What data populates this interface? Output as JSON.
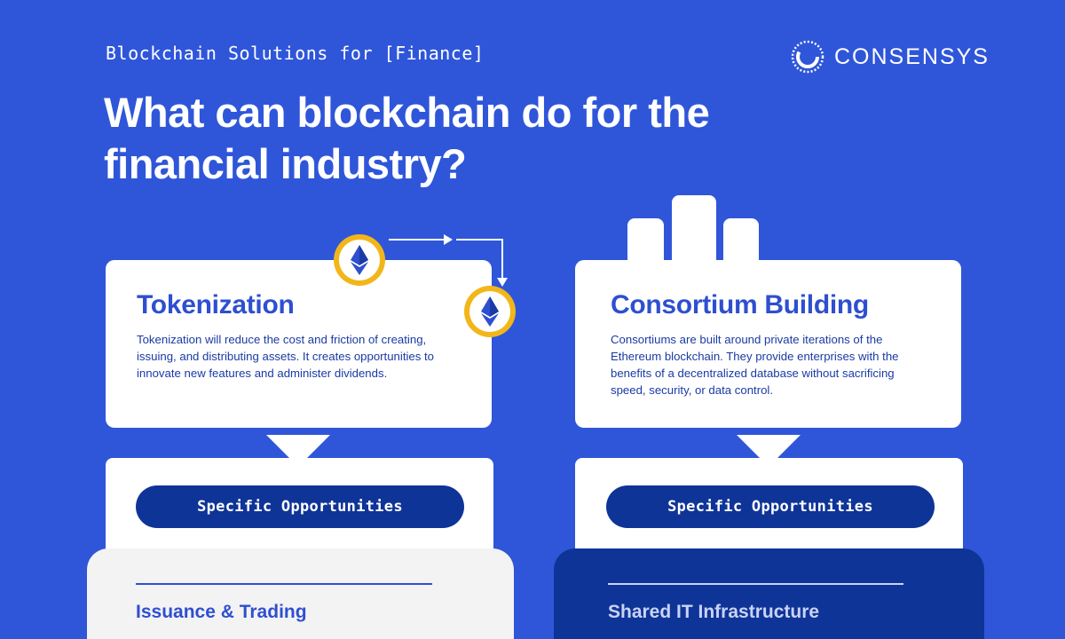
{
  "header": {
    "eyebrow": "Blockchain Solutions for [Finance]",
    "headline": "What can blockchain do for the financial industry?",
    "logo_text": "CONSENSYS",
    "logo_icon": "consensys-logo-icon"
  },
  "cards": [
    {
      "title": "Tokenization",
      "description": "Tokenization will reduce the cost and friction of creating, issuing, and distributing assets. It creates opportunities to innovate new features and administer dividends.",
      "pill_label": "Specific Opportunities",
      "panel_label": "Issuance & Trading"
    },
    {
      "title": "Consortium Building",
      "description": "Consortiums are built around private iterations of the Ethereum blockchain. They provide enterprises with the benefits of a decentralized database without sacrificing speed, security, or data control.",
      "pill_label": "Specific Opportunities",
      "panel_label": "Shared IT Infrastructure"
    }
  ],
  "colors": {
    "background": "#2f56d9",
    "card": "#ffffff",
    "accent_text": "#2e4fd0",
    "pill": "#0f3497",
    "coin_ring": "#f2b61a",
    "panel_light": "#f3f3f3",
    "panel_dark": "#0f3497"
  }
}
